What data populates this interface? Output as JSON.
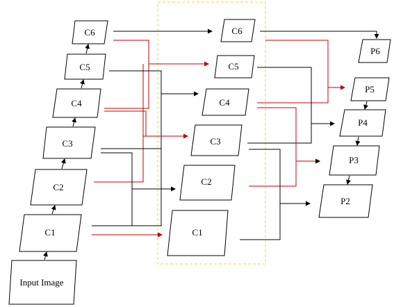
{
  "input": {
    "label": "Input Image"
  },
  "backbone": {
    "c1": "C1",
    "c2": "C2",
    "c3": "C3",
    "c4": "C4",
    "c5": "C5",
    "c6": "C6"
  },
  "middle": {
    "c1": "C1",
    "c2": "C2",
    "c3": "C3",
    "c4": "C4",
    "c5": "C5",
    "c6": "C6"
  },
  "output": {
    "p2": "P2",
    "p3": "P3",
    "p4": "P4",
    "p5": "P5",
    "p6": "P6"
  },
  "colors": {
    "black": "#000000",
    "red": "#c00000",
    "highlight": "#f0e14a"
  }
}
